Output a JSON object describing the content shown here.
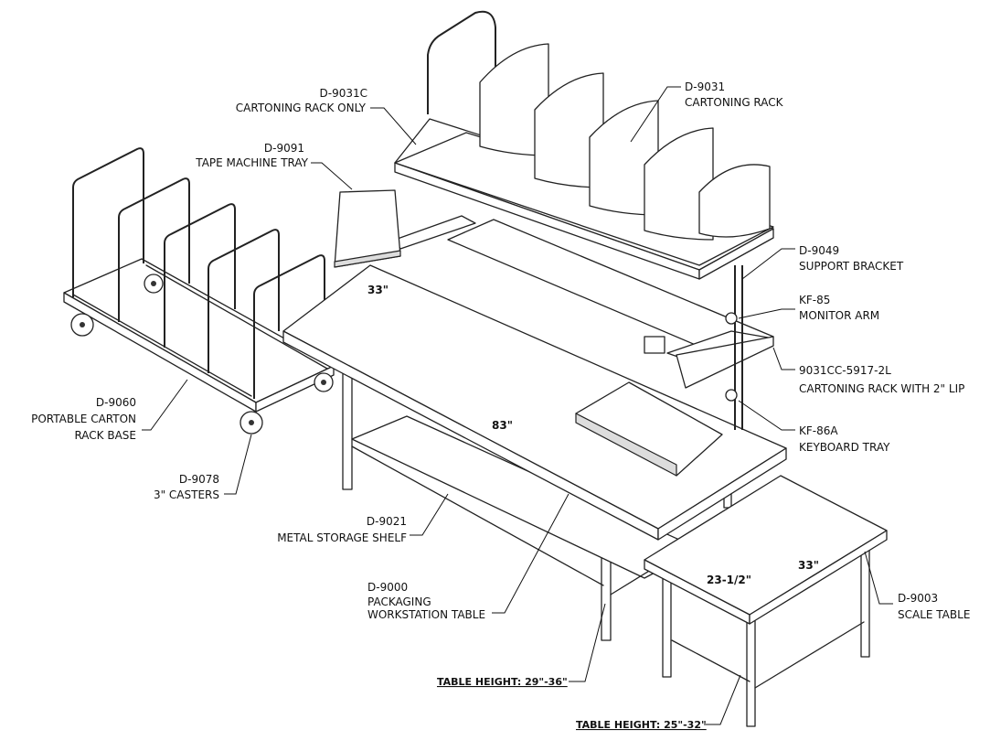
{
  "labels": {
    "cartoning_rack_only": {
      "part": "D-9031C",
      "desc": [
        "CARTONING RACK ONLY"
      ]
    },
    "tape_machine_tray": {
      "part": "D-9091",
      "desc": [
        "TAPE MACHINE TRAY"
      ]
    },
    "cartoning_rack": {
      "part": "D-9031",
      "desc": [
        "CARTONING RACK"
      ]
    },
    "support_bracket": {
      "part": "D-9049",
      "desc": [
        "SUPPORT BRACKET"
      ]
    },
    "monitor_arm": {
      "part": "KF-85",
      "desc": [
        "MONITOR ARM"
      ]
    },
    "cartoning_rack_lip": {
      "part": "9031CC-5917-2L",
      "desc": [
        "CARTONING RACK WITH 2\" LIP"
      ]
    },
    "keyboard_tray": {
      "part": "KF-86A",
      "desc": [
        "KEYBOARD TRAY"
      ]
    },
    "portable_carton_rack": {
      "part": "D-9060",
      "desc": [
        "PORTABLE CARTON",
        "RACK BASE"
      ]
    },
    "casters": {
      "part": "D-9078",
      "desc": [
        "3\" CASTERS"
      ]
    },
    "metal_storage_shelf": {
      "part": "D-9021",
      "desc": [
        "METAL STORAGE SHELF"
      ]
    },
    "packaging_table": {
      "part": "D-9000",
      "desc": [
        "PACKAGING",
        "WORKSTATION TABLE"
      ]
    },
    "scale_table": {
      "part": "D-9003",
      "desc": [
        "SCALE TABLE"
      ]
    }
  },
  "dimensions": {
    "tray_width": "33\"",
    "table_length": "83\"",
    "scale_depth": "23-1/2\"",
    "scale_width": "33\""
  },
  "heights": {
    "workstation": "TABLE HEIGHT: 29\"-36\"",
    "scale": "TABLE HEIGHT: 25\"-32\""
  }
}
